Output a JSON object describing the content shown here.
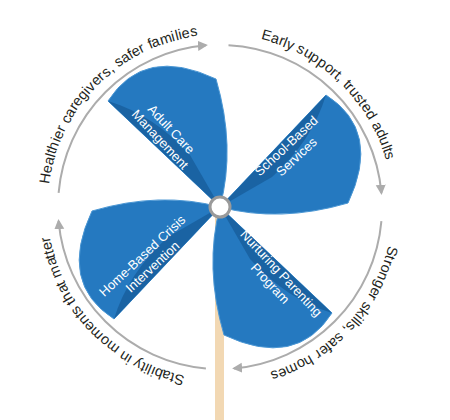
{
  "diagram": {
    "nodes": [
      {
        "text": [
          "Adult Care Management"
        ]
      },
      {
        "text": [
          "School-Based Services"
        ]
      },
      {
        "text": [
          "Nurturing Parenting Program"
        ]
      },
      {
        "text": [
          "Home-Based Crisis Intervention"
        ]
      }
    ],
    "labels": [
      "Healthier caregivers, safer families",
      "Early support, trusted adults",
      "Stronger skills, safer homes",
      "Stability in moments that matter"
    ]
  }
}
